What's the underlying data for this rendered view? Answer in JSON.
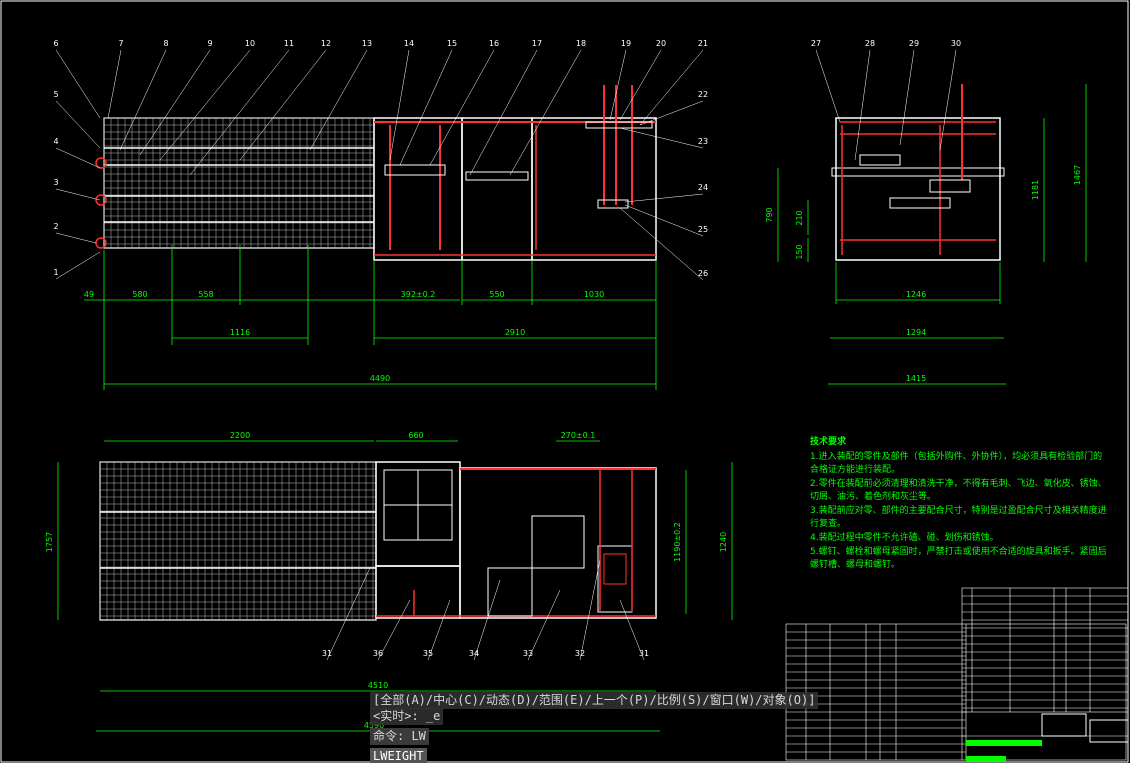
{
  "command_history": {
    "line1": "[全部(A)/中心(C)/动态(D)/范围(E)/上一个(P)/比例(S)/窗口(W)/对象(O)]",
    "line2": "<实时>: _e"
  },
  "command_line": {
    "prompt": "命令: LW",
    "input": "LWEIGHT"
  },
  "front_view": {
    "balloons": [
      "1",
      "2",
      "3",
      "4",
      "5",
      "6",
      "7",
      "8",
      "9",
      "10",
      "11",
      "12",
      "13",
      "14",
      "15",
      "16",
      "17",
      "18",
      "19",
      "20",
      "21",
      "22",
      "23",
      "24",
      "25",
      "26"
    ],
    "dims": [
      "49",
      "580",
      "558",
      "392±0.2",
      "550",
      "1030",
      "1116",
      "2910",
      "4490"
    ]
  },
  "side_view": {
    "balloons": [
      "27",
      "28",
      "29",
      "30"
    ],
    "dims": [
      "1467",
      "1181",
      "790",
      "210",
      "150",
      "1246",
      "1294",
      "1415"
    ]
  },
  "top_view": {
    "balloons": [
      "31",
      "36",
      "35",
      "34",
      "33",
      "32",
      "31"
    ],
    "dims": [
      "2200",
      "660",
      "270±0.1",
      "1757",
      "1190±0.2",
      "1240",
      "4510",
      "4590"
    ]
  },
  "technical_notes": {
    "title": "技术要求",
    "items": [
      "1.进入装配的零件及部件（包括外购件、外协件），均必须具有检验部门的合格证方能进行装配。",
      "2.零件在装配前必须清理和清洗干净，不得有毛刺、飞边、氧化皮、锈蚀、切屑、油污、着色剂和灰尘等。",
      "3.装配前应对零、部件的主要配合尺寸，特别是过盈配合尺寸及相关精度进行复查。",
      "4.装配过程中零件不允许磕、碰、划伤和锈蚀。",
      "5.螺钉、螺栓和螺母紧固时，严禁打击或使用不合适的旋具和扳手。紧固后螺钉槽、螺母和螺钉。"
    ]
  },
  "colors": {
    "background": "#000000",
    "dimension": "#00ff00",
    "outline": "#ffffff",
    "highlight": "#ff3030",
    "annotation": "#ffff00"
  }
}
